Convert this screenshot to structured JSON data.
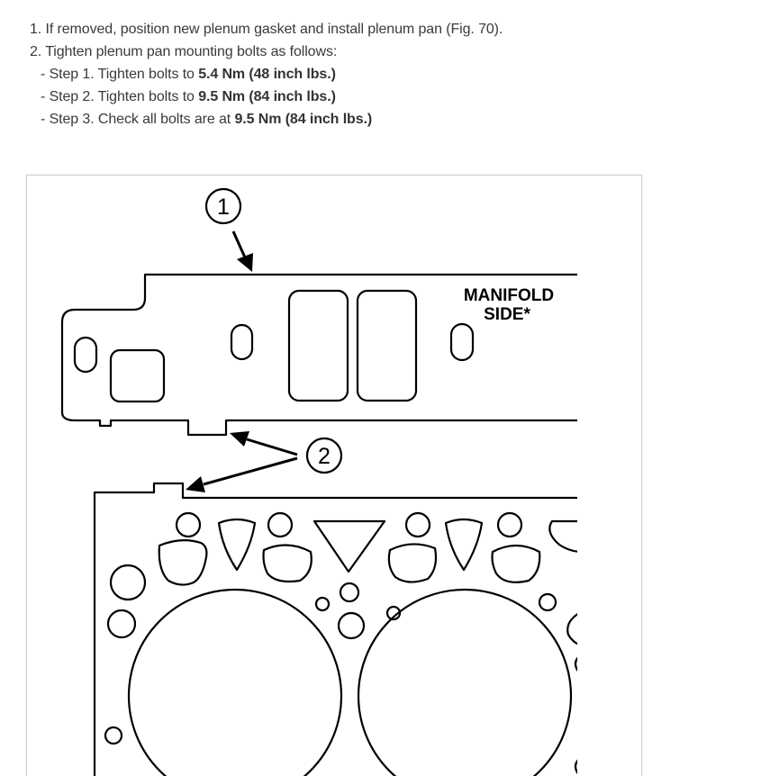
{
  "instructions": {
    "step1": {
      "text": "1. If removed, position new plenum gasket and install plenum pan (Fig. 70)."
    },
    "step2": {
      "text": "2. Tighten plenum pan mounting bolts as follows:"
    },
    "substeps": [
      {
        "prefix": "-  Step 1. Tighten bolts to ",
        "value": "5.4 Nm (48 inch lbs.)"
      },
      {
        "prefix": "-  Step 2. Tighten bolts to ",
        "value": "9.5 Nm (84 inch lbs.)"
      },
      {
        "prefix": "-  Step 3. Check all bolts are at ",
        "value": "9.5 Nm (84 inch lbs.)"
      }
    ]
  },
  "figure": {
    "callout_1": "1",
    "callout_2": "2",
    "label_line1": "MANIFOLD",
    "label_line2": "SIDE*"
  }
}
